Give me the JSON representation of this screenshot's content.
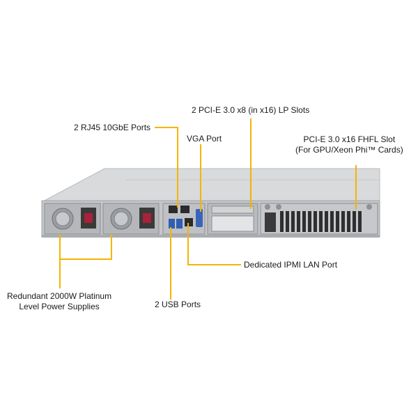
{
  "callouts": {
    "pcie_lp": "2 PCI-E 3.0 x8 (in x16) LP Slots",
    "rj45": "2 RJ45 10GbE Ports",
    "vga": "VGA Port",
    "pcie_fhfl_line1": "PCI-E 3.0 x16 FHFL Slot",
    "pcie_fhfl_line2": "(For GPU/Xeon Phi™ Cards)",
    "ipmi": "Dedicated IPMI  LAN Port",
    "psu_line1": "Redundant 2000W Platinum",
    "psu_line2": "Level Power Supplies",
    "usb": "2 USB Ports"
  },
  "colors": {
    "leader": "#f5b400",
    "chassis_top": "#d9dadc",
    "chassis_face": "#c4c6c9",
    "port_dark": "#2b2b2b",
    "vga_blue": "#3b64b8",
    "psu_red": "#a8223a"
  }
}
